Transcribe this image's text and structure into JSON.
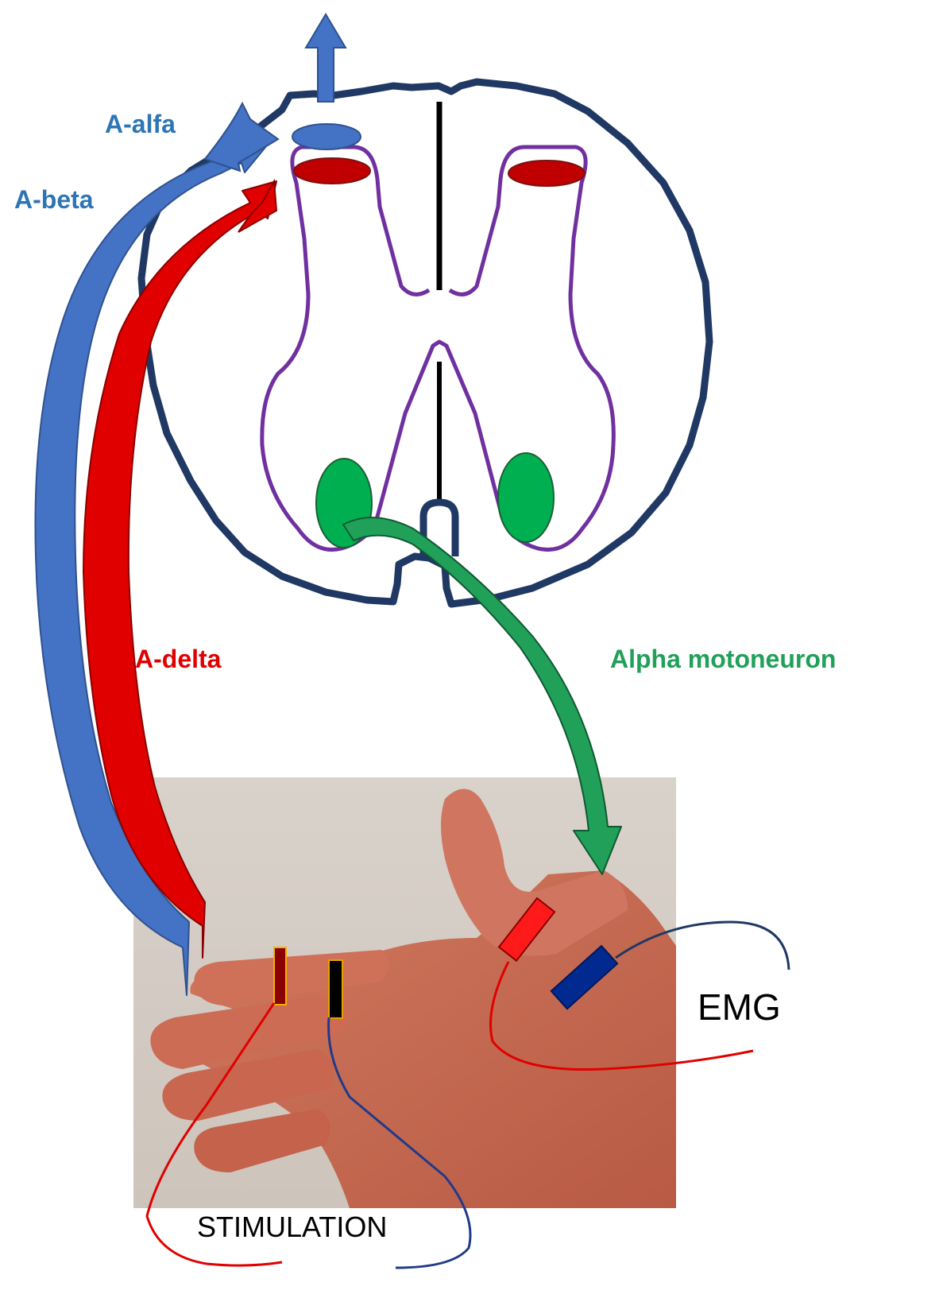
{
  "labels": {
    "a_alfa": "A-alfa",
    "a_beta": "A-beta",
    "a_delta": "A-delta",
    "alpha_motoneuron": "Alpha motoneuron",
    "emg": "EMG",
    "stimulation": "STIMULATION"
  },
  "colors": {
    "cord_outline": "#1f3864",
    "gray_matter_outline": "#7030a0",
    "blue_fiber": "#4472c4",
    "red_fiber": "#e00000",
    "dark_red": "#c00000",
    "green_motoneuron": "#00b050",
    "label_blue": "#2e75b6",
    "label_red": "#e00000",
    "label_green": "#21a05a",
    "skin": "#c8664f",
    "photo_background": "#d7cfc7"
  },
  "icons": {
    "up_arrow": "up-arrow-icon",
    "stimulation_electrodes": "electrode-icon",
    "emg_electrodes": "electrode-icon"
  }
}
